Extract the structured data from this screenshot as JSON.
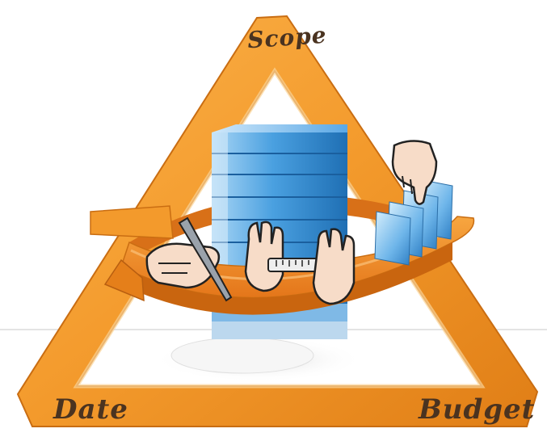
{
  "diagram": {
    "labels": {
      "top": "Scope",
      "bottom_left": "Date",
      "bottom_right": "Budget"
    },
    "colors": {
      "triangle_orange": "#f39a2c",
      "triangle_inner": "#fbd69a",
      "arrow_orange": "#f08a24",
      "server_blue": "#3b8fd4",
      "card_blue": "#5aa8e6",
      "hand_skin": "#f7dcc8",
      "label_text": "#4a3320"
    }
  }
}
